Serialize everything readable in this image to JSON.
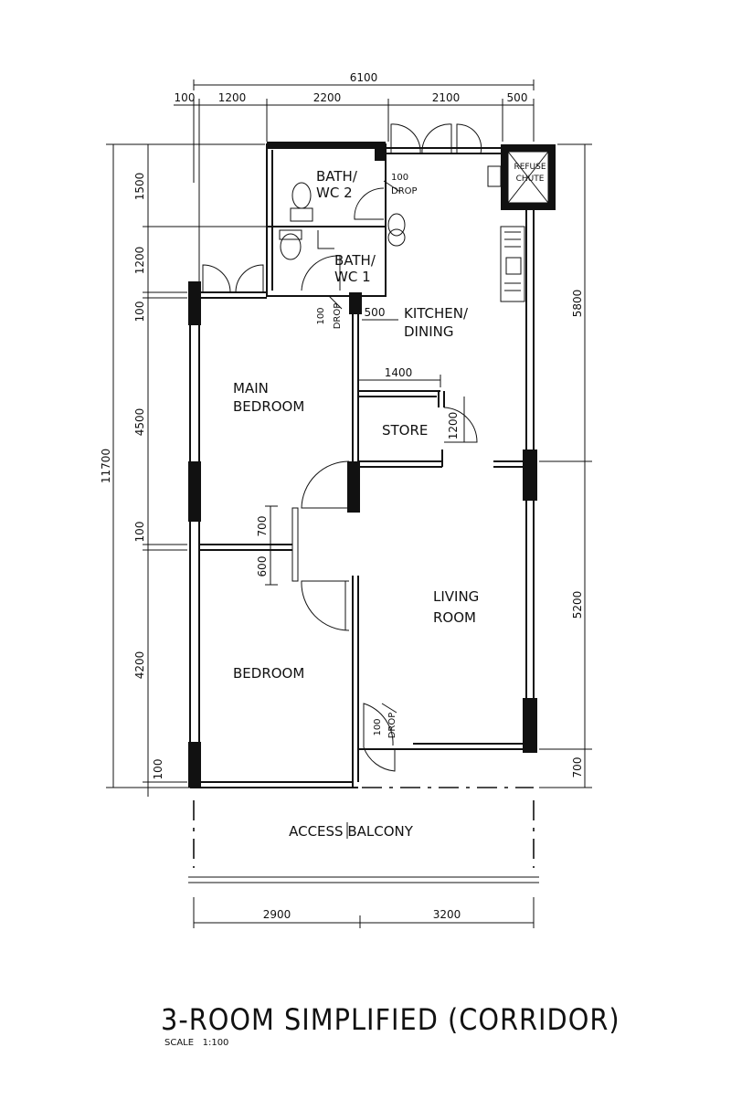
{
  "plan": {
    "title": "3-ROOM SIMPLIFIED (CORRIDOR)",
    "scale": "SCALE   1:100",
    "rooms": {
      "bath2_a": "BATH/",
      "bath2_b": "WC 2",
      "bath1_a": "BATH/",
      "bath1_b": "WC 1",
      "kitchen_a": "KITCHEN/",
      "kitchen_b": "DINING",
      "main_bedroom_a": "MAIN",
      "main_bedroom_b": "BEDROOM",
      "store": "STORE",
      "living_a": "LIVING",
      "living_b": "ROOM",
      "bedroom": "BEDROOM",
      "access_balcony": "ACCESS BALCONY",
      "refuse_a": "REFUSE",
      "refuse_b": "CHUTE"
    },
    "notes": {
      "drop_100": "100",
      "drop": "DROP"
    },
    "dims_top": {
      "total": "6100",
      "d1": "100",
      "d2": "1200",
      "d3": "2200",
      "d4": "2100",
      "d5": "500"
    },
    "dims_left": {
      "total": "11700",
      "d1": "1500",
      "d2": "1200",
      "d3": "100",
      "d4": "4500",
      "d5": "100",
      "d6": "4200",
      "d7": "100"
    },
    "dims_right": {
      "d1": "5800",
      "d2": "5200",
      "d3": "700"
    },
    "dims_bottom": {
      "d1": "2900",
      "d2": "3200"
    },
    "dims_inner": {
      "d500": "500",
      "d1400": "1400",
      "d1200": "1200",
      "d700": "700",
      "d600": "600"
    }
  }
}
